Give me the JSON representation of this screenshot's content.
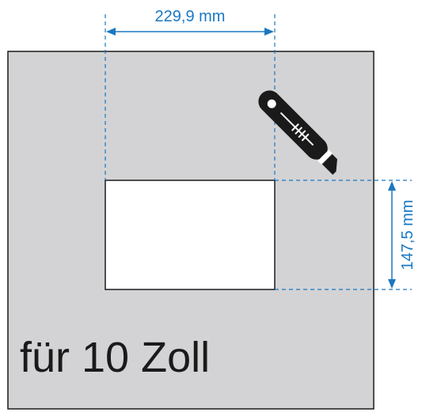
{
  "diagram": {
    "width_label": "229,9 mm",
    "height_label": "147,5 mm",
    "caption": "für 10 Zoll"
  },
  "colors": {
    "panel": "#d3d3d5",
    "cutout": "#ffffff",
    "outline": "#1a1a1a",
    "dimension": "#1a78c2",
    "knife": "#1a1a1a"
  },
  "icons": {
    "knife": "cutter-knife-icon"
  }
}
